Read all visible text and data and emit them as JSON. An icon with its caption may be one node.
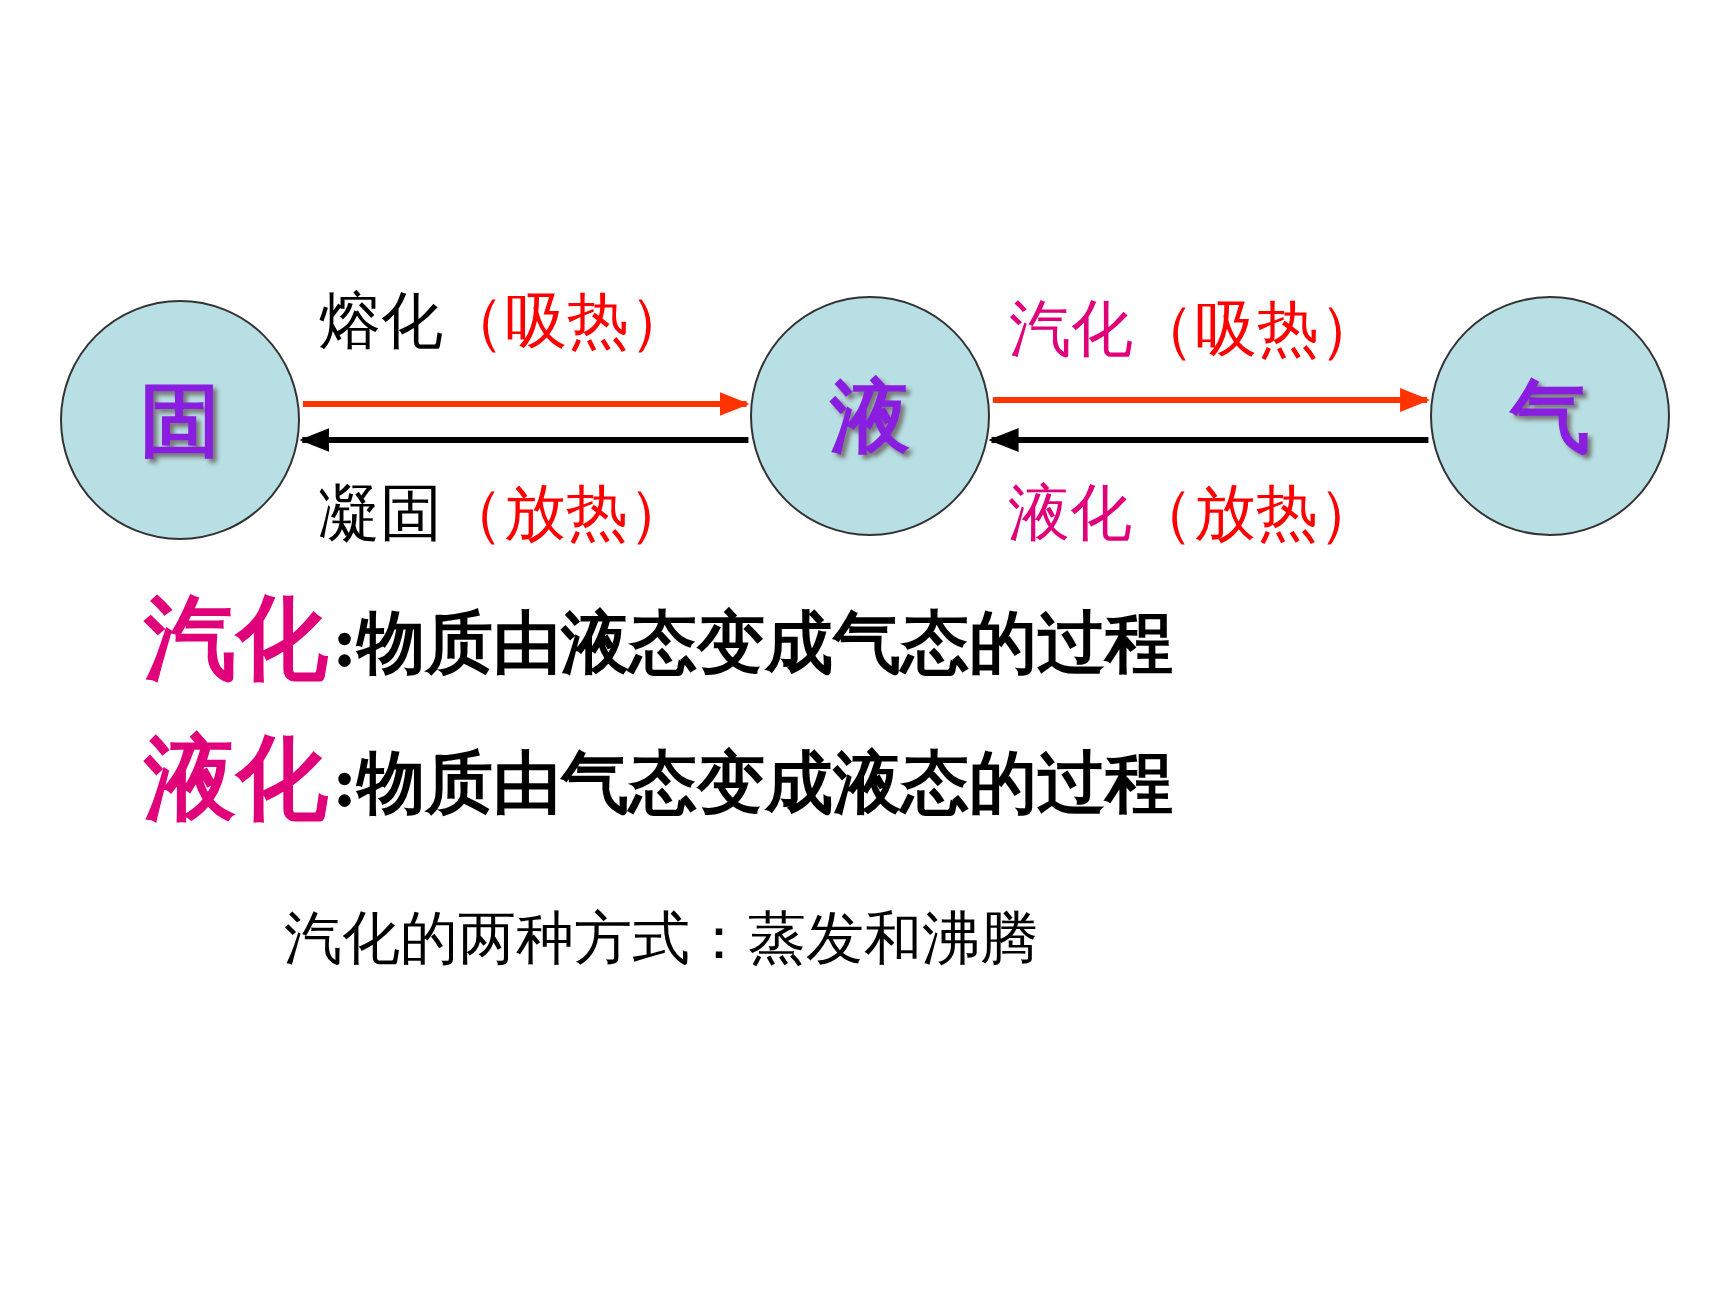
{
  "diagram": {
    "nodes": [
      {
        "text": [
          "固"
        ]
      },
      {
        "text": [
          "液"
        ]
      },
      {
        "text": [
          "气"
        ]
      }
    ],
    "edges": [
      {
        "from": 0,
        "to": 1,
        "arrow": "to",
        "label": "熔化（吸热）",
        "color": "#ff3300"
      },
      {
        "from": 1,
        "to": 0,
        "arrow": "to",
        "label": "凝固（放热）",
        "color": "#000000"
      },
      {
        "from": 1,
        "to": 2,
        "arrow": "to",
        "label": "汽化（吸热）",
        "color": "#ff3300"
      },
      {
        "from": 2,
        "to": 1,
        "arrow": "to",
        "label": "液化（放热）",
        "color": "#000000"
      }
    ],
    "labels": [
      "汽化",
      ":物质由液态变成气态的过程",
      "液化",
      ":物质由气态变成液态的过程",
      "汽化的两种方式：蒸发和沸腾"
    ]
  }
}
